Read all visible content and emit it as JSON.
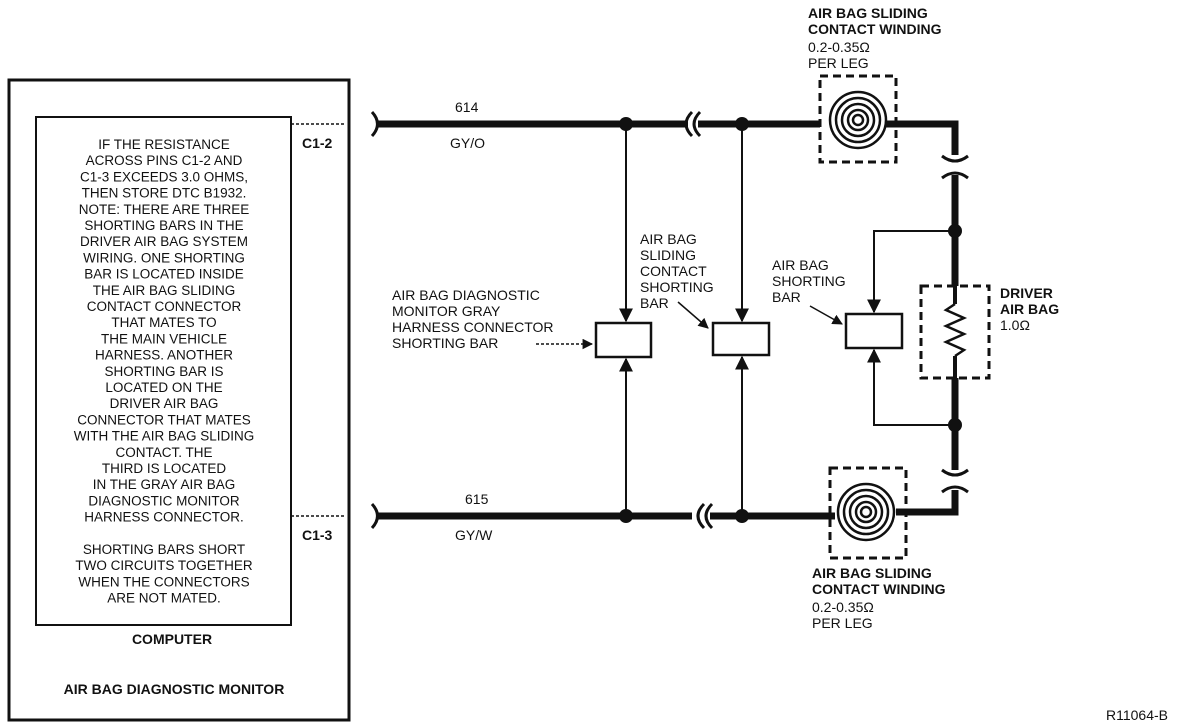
{
  "monitor": {
    "note_lines": [
      "IF THE RESISTANCE",
      "ACROSS PINS C1-2 AND",
      "C1-3 EXCEEDS 3.0 OHMS,",
      "THEN STORE DTC B1932.",
      "NOTE: THERE ARE THREE",
      "SHORTING BARS IN THE",
      "DRIVER AIR BAG SYSTEM",
      "WIRING. ONE SHORTING",
      "BAR IS LOCATED INSIDE",
      "THE AIR BAG SLIDING",
      "CONTACT CONNECTOR",
      "THAT MATES TO",
      "THE MAIN VEHICLE",
      "HARNESS. ANOTHER",
      "SHORTING BAR IS",
      "LOCATED ON THE",
      "DRIVER AIR BAG",
      "CONNECTOR THAT MATES",
      "WITH THE AIR BAG SLIDING",
      "CONTACT. THE",
      "THIRD IS LOCATED",
      "IN THE GRAY AIR BAG",
      "DIAGNOSTIC MONITOR",
      "HARNESS CONNECTOR.",
      "",
      "SHORTING BARS SHORT",
      "TWO CIRCUITS TOGETHER",
      "WHEN THE CONNECTORS",
      "ARE NOT MATED."
    ],
    "computer_label": "COMPUTER",
    "title": "AIR BAG DIAGNOSTIC MONITOR",
    "pin_top": "C1-2",
    "pin_bottom": "C1-3"
  },
  "wires": {
    "top_circuit": "614",
    "top_color": "GY/O",
    "bottom_circuit": "615",
    "bottom_color": "GY/W"
  },
  "labels": {
    "monitor_shorting_bar": [
      "AIR BAG DIAGNOSTIC",
      "MONITOR GRAY",
      "HARNESS CONNECTOR",
      "SHORTING BAR"
    ],
    "sliding_contact_shorting_bar": [
      "AIR BAG",
      "SLIDING",
      "CONTACT",
      "SHORTING",
      "BAR"
    ],
    "airbag_shorting_bar": [
      "AIR BAG",
      "SHORTING",
      "BAR"
    ],
    "winding_top": {
      "title": [
        "AIR BAG SLIDING",
        "CONTACT WINDING"
      ],
      "spec": [
        "0.2-0.35Ω",
        "PER LEG"
      ]
    },
    "winding_bottom": {
      "title": [
        "AIR BAG SLIDING",
        "CONTACT WINDING"
      ],
      "spec": [
        "0.2-0.35Ω",
        "PER LEG"
      ]
    },
    "driver_air_bag": {
      "title": [
        "DRIVER",
        "AIR BAG"
      ],
      "spec": "1.0Ω"
    }
  },
  "figure_id": "R11064-B"
}
